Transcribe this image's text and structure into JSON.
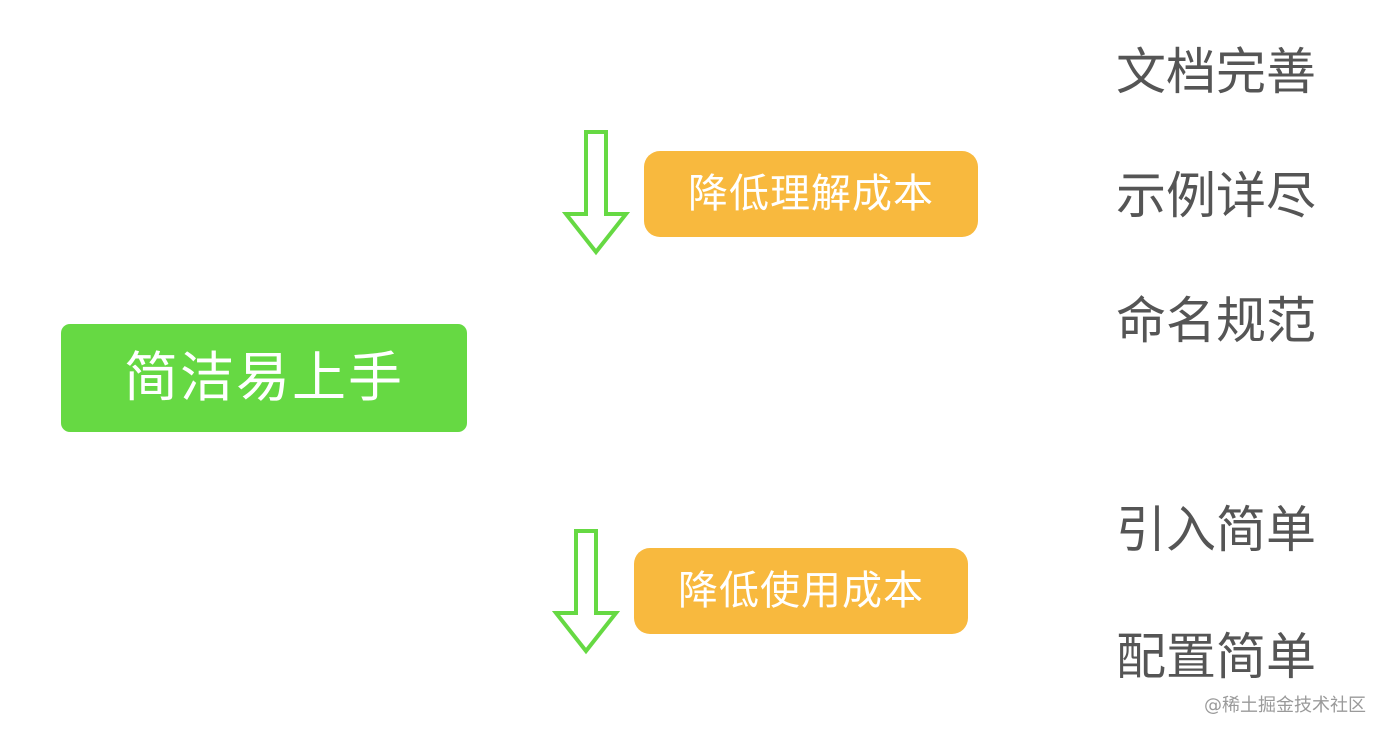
{
  "main": {
    "label": "简洁易上手"
  },
  "costs": [
    {
      "label": "降低理解成本"
    },
    {
      "label": "降低使用成本"
    }
  ],
  "features": {
    "understanding": [
      "文档完善",
      "示例详尽",
      "命名规范"
    ],
    "usage": [
      "引入简单",
      "配置简单"
    ]
  },
  "watermark": "@稀土掘金技术社区",
  "colors": {
    "main_box": "#66d943",
    "cost_box": "#f8b93e",
    "arrow": "#66d943",
    "feature_text": "#555555"
  },
  "icons": {
    "arrow": "down-arrow-icon"
  }
}
